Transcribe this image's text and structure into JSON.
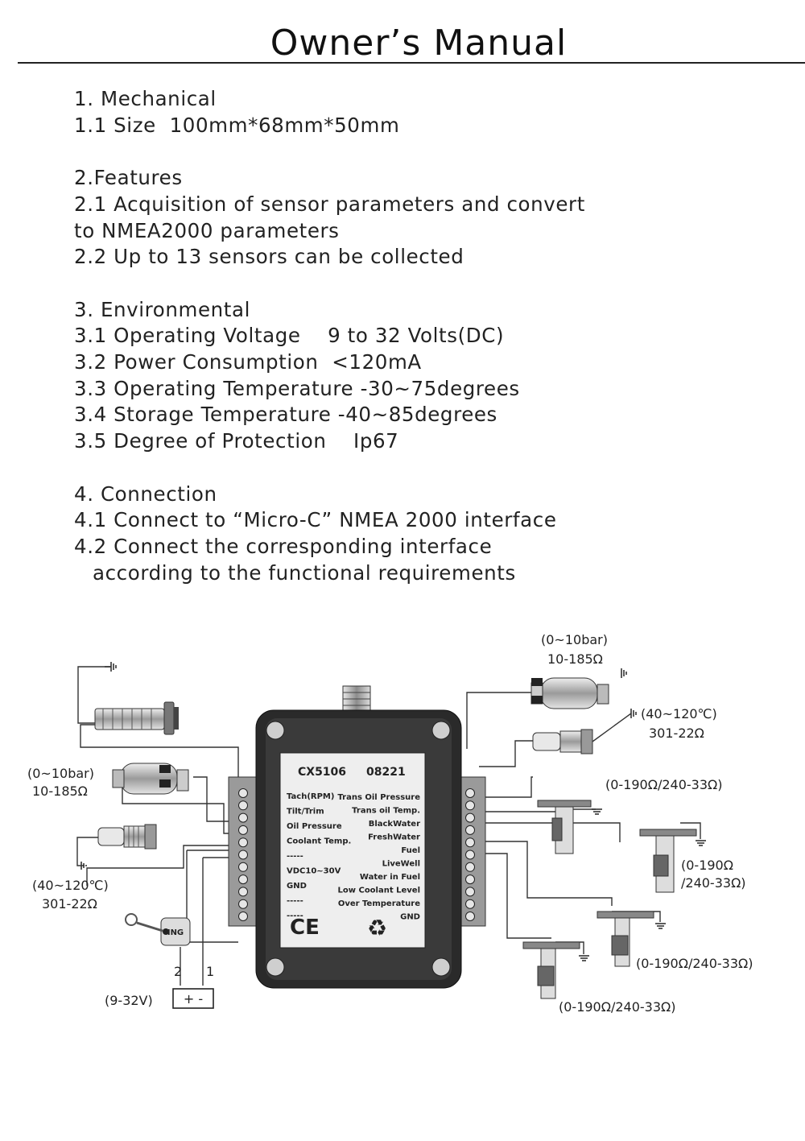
{
  "title": "Owner’s Manual",
  "lines": [
    {
      "text": "1. Mechanical"
    },
    {
      "text": "1.1 Size  100mm*68mm*50mm"
    },
    {
      "text": ""
    },
    {
      "text": "2.Features"
    },
    {
      "text": "2.1 Acquisition of sensor parameters and convert"
    },
    {
      "text": "to NMEA2000 parameters"
    },
    {
      "text": "2.2 Up to 13 sensors can be collected"
    },
    {
      "text": ""
    },
    {
      "text": "3. Environmental"
    },
    {
      "text": "3.1 Operating Voltage    9 to 32 Volts(DC)"
    },
    {
      "text": "3.2 Power Consumption  <120mA"
    },
    {
      "text": "3.3 Operating Temperature -30~75degrees"
    },
    {
      "text": "3.4 Storage Temperature -40~85degrees"
    },
    {
      "text": "3.5 Degree of Protection    Ip67"
    },
    {
      "text": ""
    },
    {
      "text": "4. Connection"
    },
    {
      "text": "4.1 Connect to “Micro-C” NMEA 2000 interface"
    },
    {
      "text": "4.2 Connect the corresponding interface"
    },
    {
      "text": "according to the functional requirements",
      "indent": true
    }
  ],
  "device": {
    "model": "CX5106",
    "code": "08221",
    "left_pins": [
      "Tach(RPM)",
      "Tilt/Trim",
      "Oil Pressure",
      "Coolant Temp.",
      "-----",
      "VDC10~30V",
      "GND",
      "-----",
      "-----"
    ],
    "right_pins": [
      "Trans Oil Pressure",
      "Trans oil Temp.",
      "BlackWater",
      "FreshWater",
      "Fuel",
      "LiveWell",
      "Water in Fuel",
      "Low Coolant Level",
      "Over Temperature",
      "GND"
    ],
    "ce_mark": "CE",
    "recycle_mark": "♻"
  },
  "left_labels": {
    "pressure_range": "(0~10bar)",
    "pressure_ohm": "10-185Ω",
    "temp_range": "(40~120℃)",
    "temp_ohm": "301-22Ω",
    "ignition": "ING",
    "wire_2": "2",
    "wire_1": "1",
    "supply": "(9-32V)",
    "battery": "+ -"
  },
  "right_labels": {
    "pressure_range": "(0~10bar)",
    "pressure_ohm": "10-185Ω",
    "temp_range": "(40~120℃)",
    "temp_ohm": "301-22Ω",
    "level_1": "(0-190Ω/240-33Ω)",
    "level_2a": "(0-190Ω",
    "level_2b": "/240-33Ω)",
    "level_3": "(0-190Ω/240-33Ω)",
    "level_4": "(0-190Ω/240-33Ω)"
  }
}
